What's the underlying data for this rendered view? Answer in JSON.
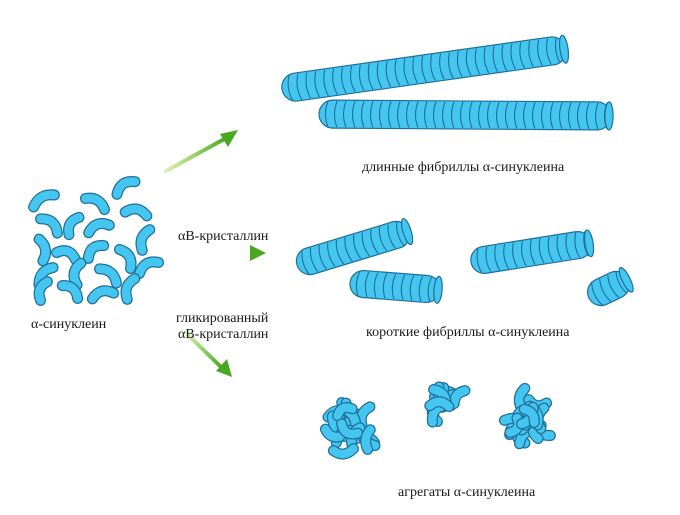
{
  "source_label": "α-синуклеин",
  "arrows": {
    "top": {
      "label": ""
    },
    "middle": {
      "label": "αB-кристаллин"
    },
    "bottom": {
      "label_line1": "гликированный",
      "label_line2": "αB-кристаллин"
    }
  },
  "outcomes": {
    "long": "длинные фибриллы α-синуклеина",
    "short": "короткие фибриллы α-синуклеина",
    "aggregates": "агрегаты α-синуклеина"
  },
  "colors": {
    "monomer_fill": "#45c6f0",
    "outline": "#1e6f99",
    "arrow_light": "#c7ec8e",
    "arrow_dark": "#4fae26"
  }
}
